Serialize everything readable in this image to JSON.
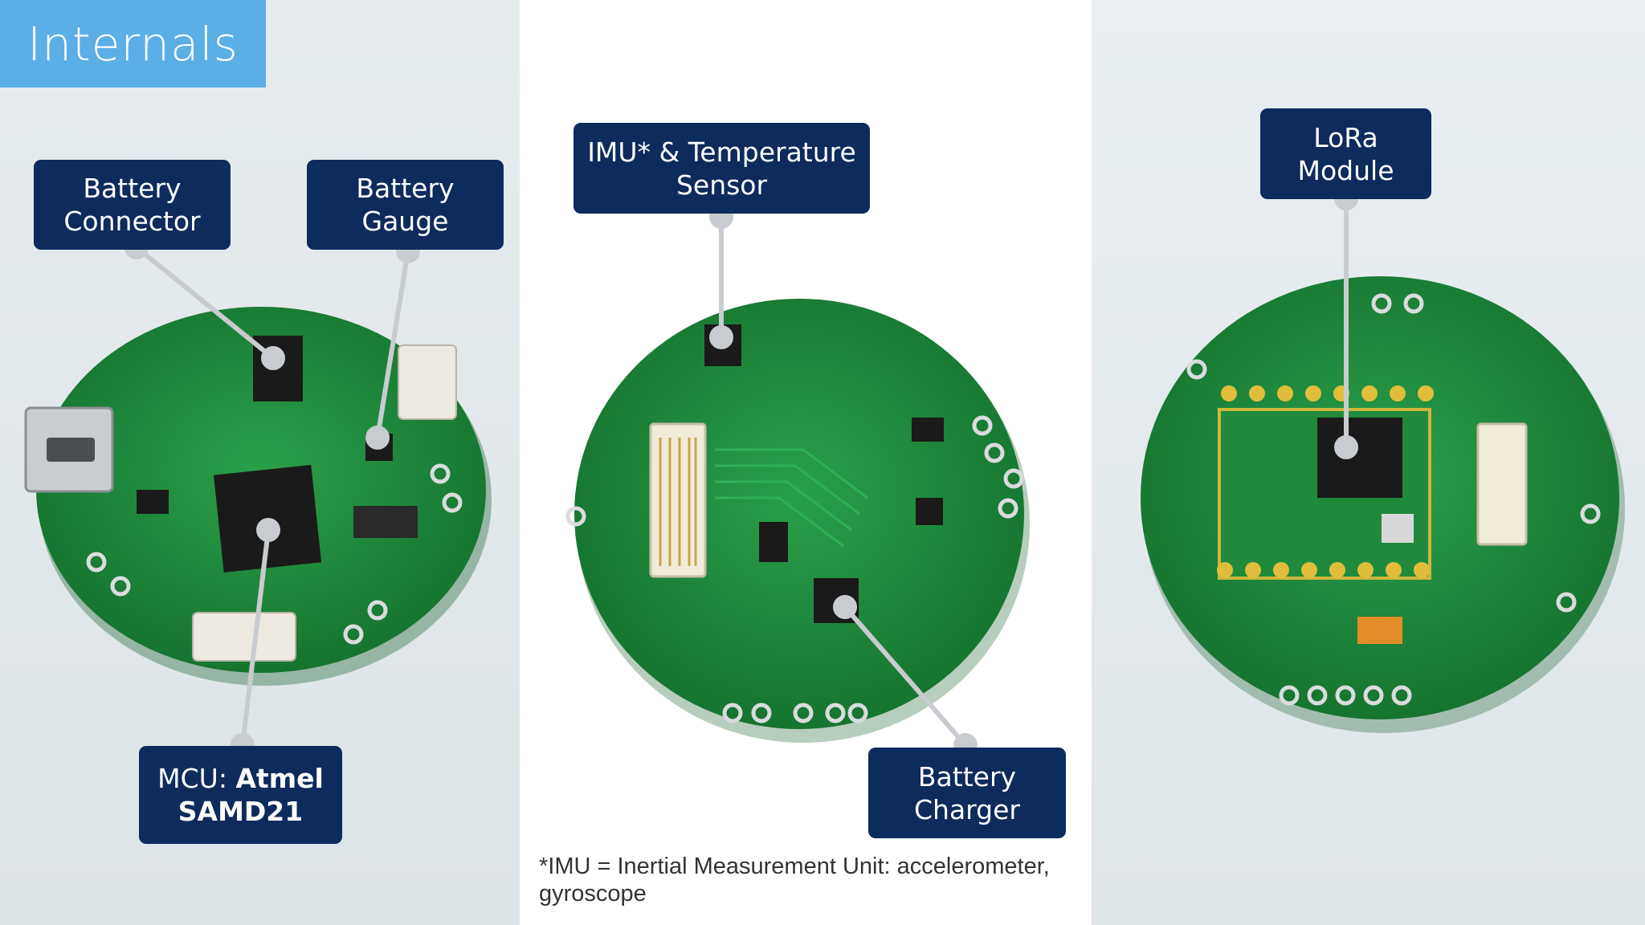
{
  "header": {
    "title": "Internals"
  },
  "callouts": {
    "battery_connector": [
      "Battery",
      "Connector"
    ],
    "battery_gauge": [
      "Battery",
      "Gauge"
    ],
    "mcu": {
      "prefix": "MCU: ",
      "line1_bold": "Atmel",
      "line2_bold": "SAMD21"
    },
    "imu_temp": [
      "IMU* & Temperature",
      "Sensor"
    ],
    "battery_charger": [
      "Battery",
      "Charger"
    ],
    "lora_module": [
      "LoRa",
      "Module"
    ]
  },
  "footnote": {
    "line1": "*IMU = Inertial Measurement Unit: accelerometer,",
    "line2": "gyroscope"
  },
  "colors": {
    "header_bg": "#5baee6",
    "callout_bg": "#0d2b5c",
    "pcb_green": "#1f8a3c",
    "leader_line": "#c8ccd0"
  }
}
